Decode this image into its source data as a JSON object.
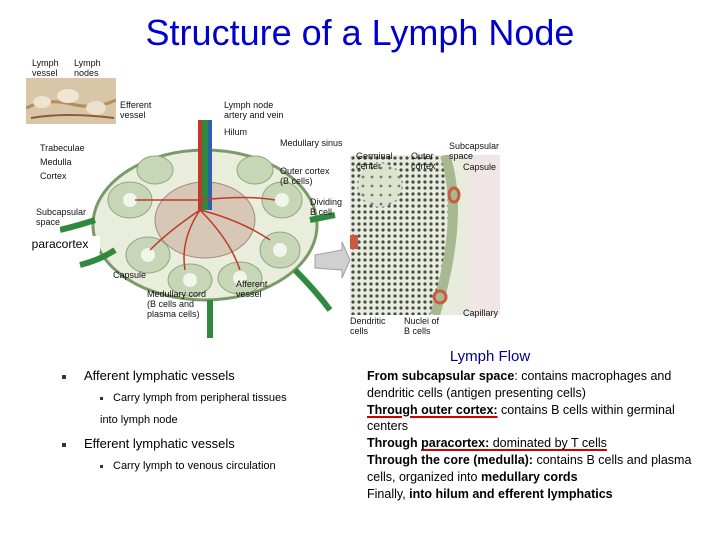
{
  "title": "Structure of a Lymph Node",
  "inset_labels": {
    "lymph_vessel": "Lymph\nvessel",
    "lymph_nodes": "Lymph\nnodes"
  },
  "node_labels": {
    "efferent_vessel": "Efferent\nvessel",
    "artery_vein": "Lymph node\nartery and vein",
    "hilum": "Hilum",
    "trabeculae": "Trabeculae",
    "medullary_sinus": "Medullary sinus",
    "medulla": "Medulla",
    "outer_cortex": "Outer cortex\n(B cells)",
    "cortex": "Cortex",
    "dividing_b_cell": "Dividing\nB cell",
    "subcapsular_space": "Subcapsular\nspace",
    "paracortex": "paracortex",
    "capsule": "Capsule",
    "afferent_vessel": "Afferent\nvessel",
    "medullary_cord": "Medullary cord\n(B cells and\nplasma cells)"
  },
  "micro_labels": {
    "germinal_center": "Germinal\ncenter",
    "outer_cortex": "Outer\ncortex",
    "subcapsular_space": "Subcapsular\nspace",
    "capsule": "Capsule",
    "capillary": "Capillary",
    "dendritic_cells": "Dendritic\ncells",
    "nuclei_b_cells": "Nuclei of\nB cells"
  },
  "lymph_flow": {
    "heading": "Lymph Flow",
    "p1_bold": "From subcapsular space",
    "p1_rest": ": contains macrophages and dendritic cells (antigen presenting cells)",
    "p2_bold": "Through outer cortex:",
    "p2_rest": " contains B cells within germinal centers",
    "p3_bold_a": "Through ",
    "p3_bold_b": "paracortex:",
    "p3_rest": " dominated by T cells",
    "p4_bold": "Through the core (medulla):",
    "p4_rest": " contains B cells and plasma cells, organized into ",
    "p4_bold2": "medullary cords",
    "p5_a": "Finally, ",
    "p5_bold": "into hilum and efferent lymphatics"
  },
  "bullets": [
    {
      "text": "Afferent lymphatic vessels",
      "sub": [
        "Carry lymph from peripheral tissues",
        "into lymph node"
      ]
    },
    {
      "text": "Efferent lymphatic vessels",
      "sub": [
        "Carry lymph to venous circulation"
      ]
    }
  ],
  "colors": {
    "title": "#0000cc",
    "heading": "#00008b",
    "underline": "#cc0000"
  }
}
